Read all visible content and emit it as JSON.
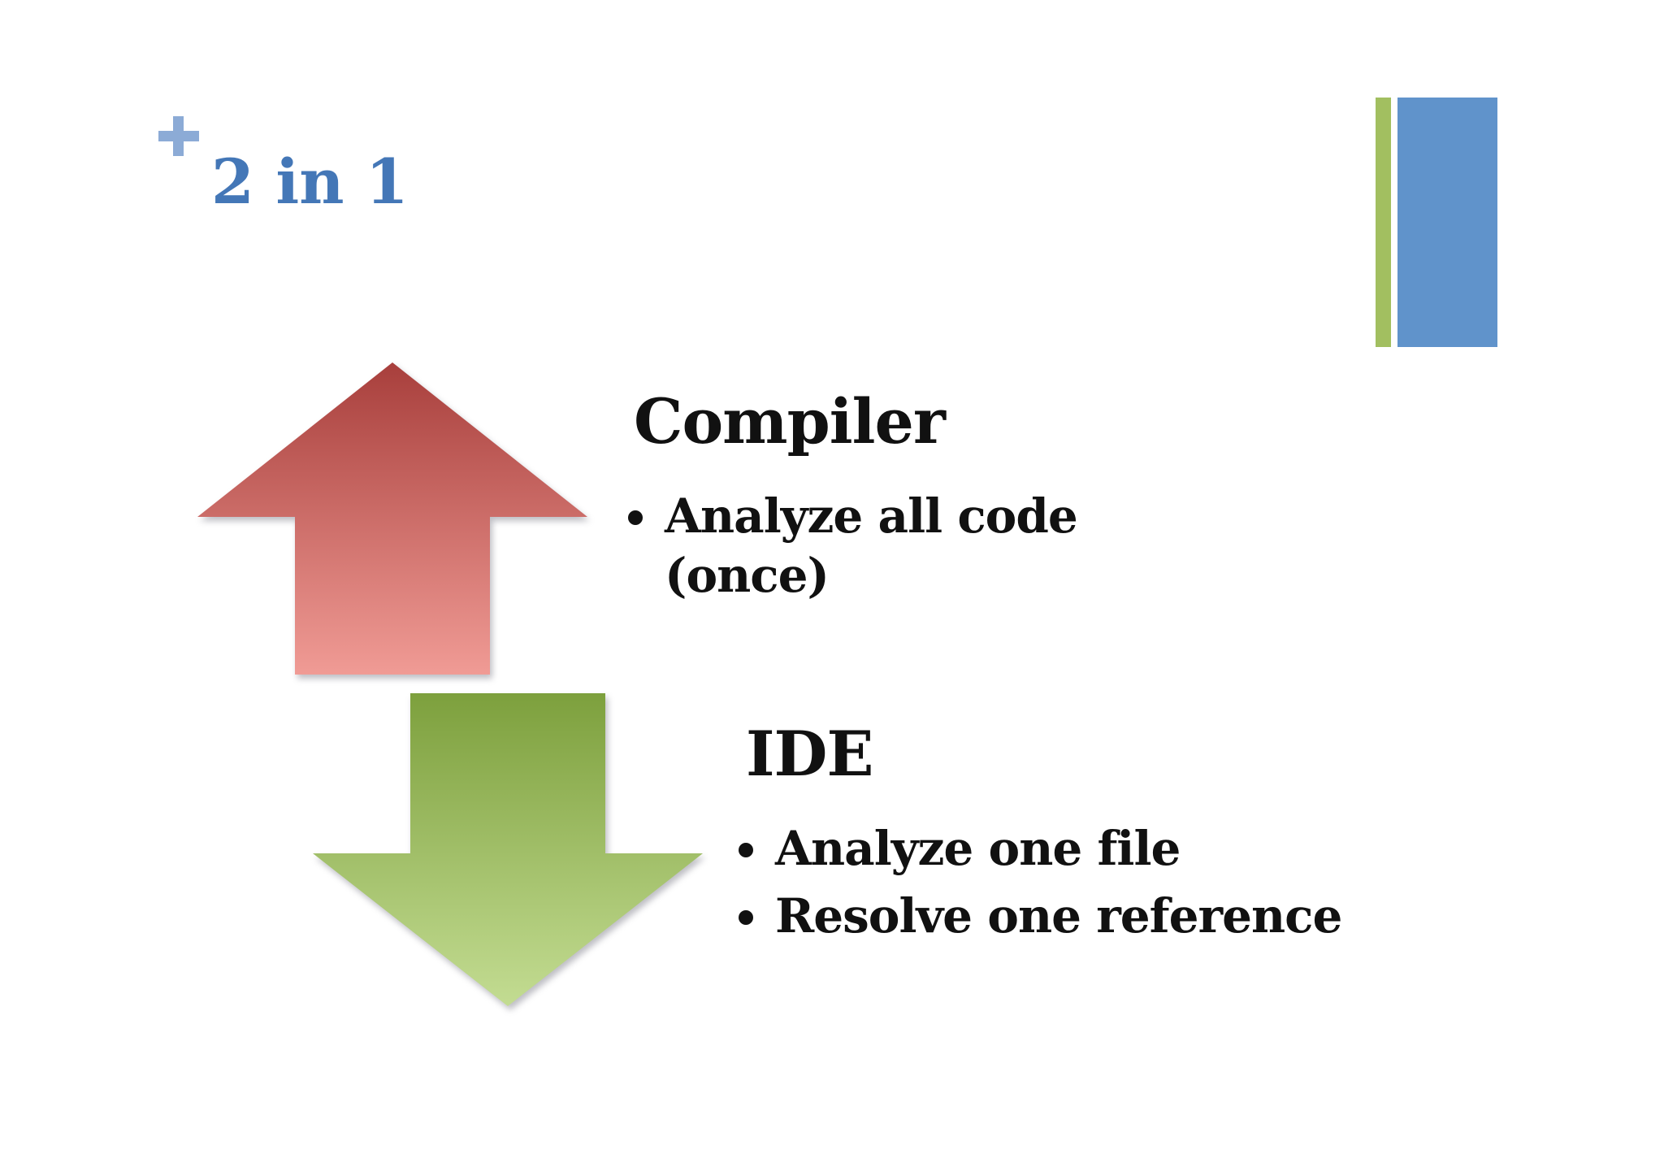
{
  "header": {
    "title": "2 in 1",
    "plus_icon": "plus"
  },
  "colors": {
    "title_blue": "#4477b7",
    "plus_blue": "#8cabd6",
    "accent_bar_green": "#a2bf60",
    "accent_bar_blue": "#6093cb",
    "arrow_red_top": "#a83f3c",
    "arrow_red_bottom": "#f09b95",
    "arrow_green_top": "#7da03d",
    "arrow_green_bottom": "#c3dc92",
    "text_black": "#111111"
  },
  "sections": [
    {
      "heading": "Compiler",
      "arrow_direction": "up",
      "bullets": [
        "Analyze all code (once)"
      ]
    },
    {
      "heading": "IDE",
      "arrow_direction": "down",
      "bullets": [
        "Analyze one file",
        "Resolve one reference"
      ]
    }
  ]
}
